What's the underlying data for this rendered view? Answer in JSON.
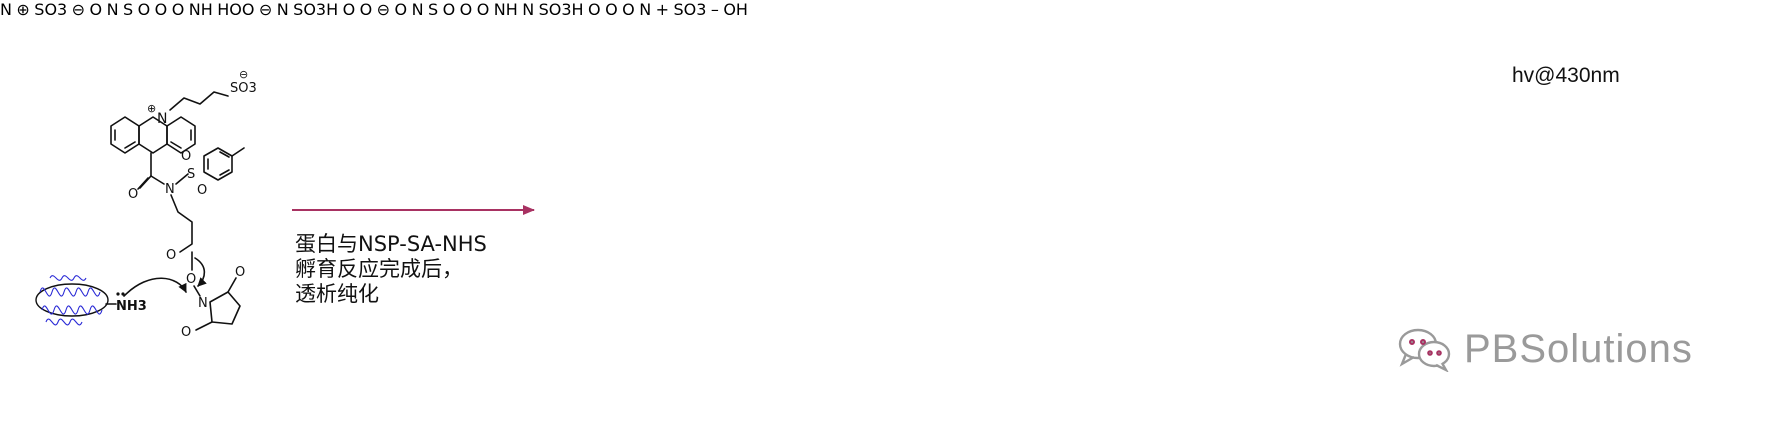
{
  "caption": {
    "line1": "蛋白与NSP-SA-NHS",
    "line2": "孵育反应完成后，",
    "line3": "透析纯化"
  },
  "light": {
    "label": "hv@430nm"
  },
  "watermark": {
    "text": "PBSolutions"
  },
  "atoms": {
    "nitrogen": "N",
    "oxygen": "O",
    "sulfur": "S",
    "sulfonate": "SO3",
    "sulfonic_acid": "SO3H",
    "nh3": "NH3",
    "nh": "NH",
    "hoo": "HOO",
    "oh": "OH",
    "plus": "⊕",
    "minus": "⊖",
    "minus_small": "–",
    "plus_small": "+"
  },
  "colors": {
    "arrow": "#a83262",
    "mechanism": "#3d9a2e",
    "protein": "#2b2bd6",
    "lightning": "#f0d060",
    "watermark": "#9a9a9a"
  }
}
